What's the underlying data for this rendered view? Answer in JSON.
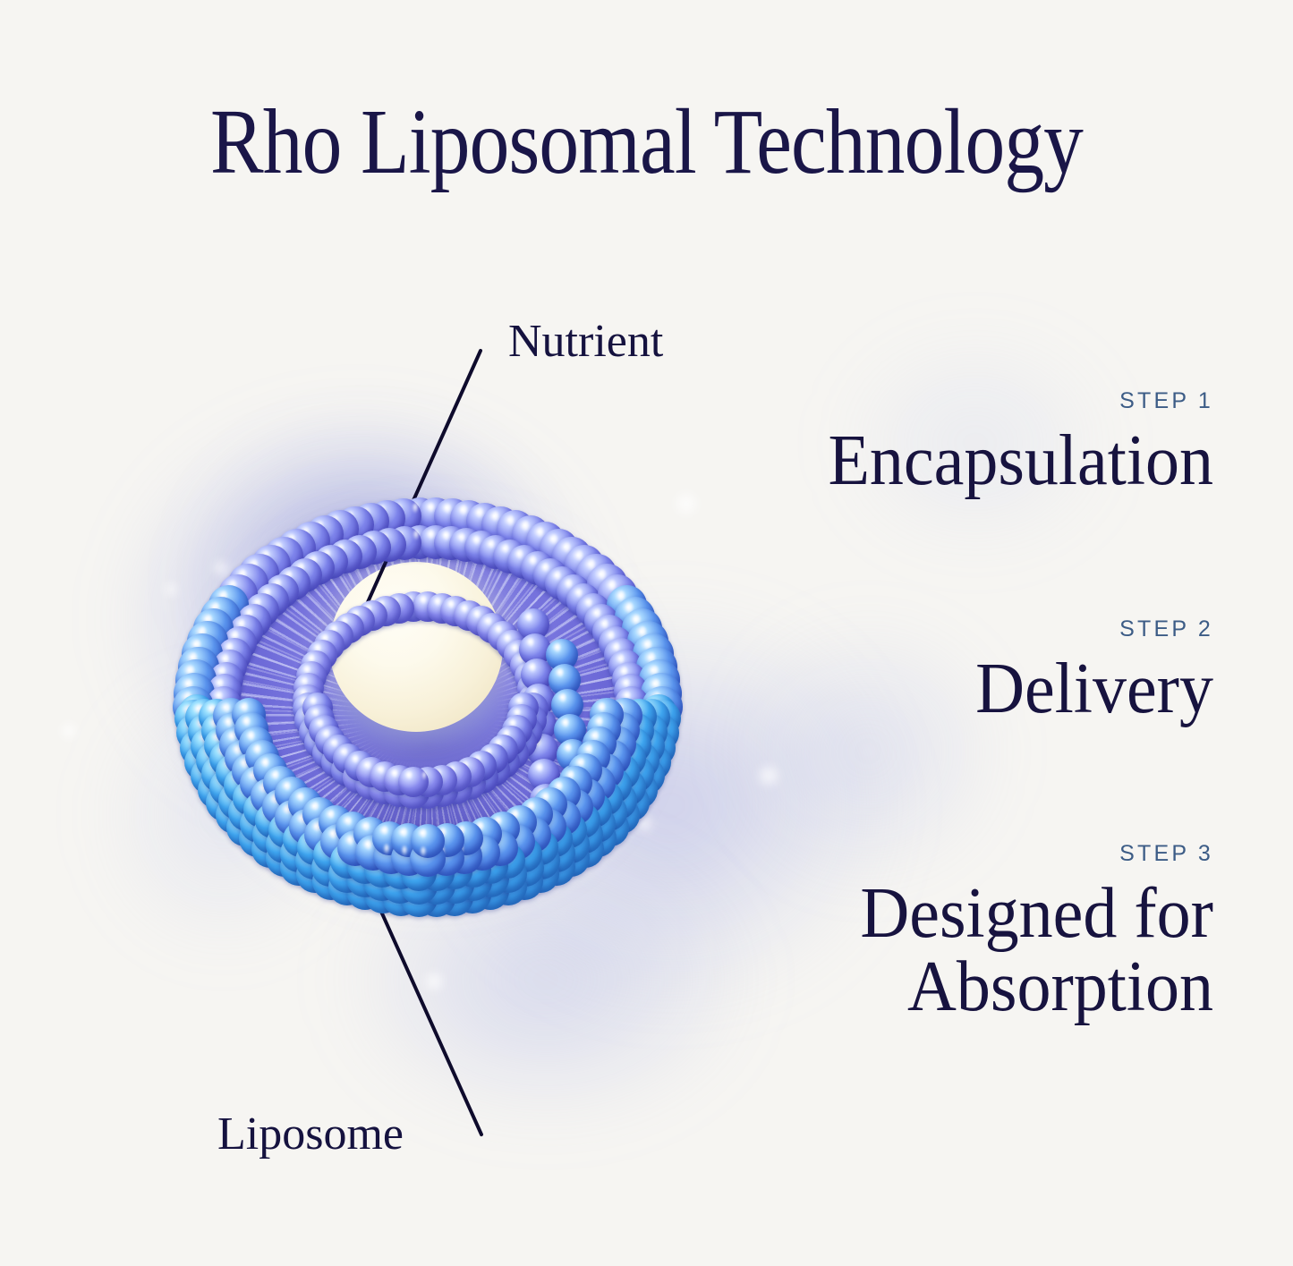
{
  "page": {
    "title": "Rho Liposomal Technology",
    "background_color": "#f6f5f2",
    "accent_navy": "#17133f",
    "accent_step_blue": "#3c5c86"
  },
  "diagram": {
    "name": "liposome-cutaway",
    "callouts": [
      {
        "id": "nutrient",
        "label": "Nutrient",
        "target": "core"
      },
      {
        "id": "liposome",
        "label": "Liposome",
        "target": "outer-bilayer"
      }
    ],
    "colors": {
      "bead_outer": "#3fa6f0",
      "bead_mid": "#6f8ef0",
      "bead_inner": "#7b7ae6",
      "tail_region": "#6a66d6",
      "core": "#fdfaec"
    }
  },
  "steps": [
    {
      "eyebrow": "STEP 1",
      "title": "Encapsulation"
    },
    {
      "eyebrow": "STEP 2",
      "title": "Delivery"
    },
    {
      "eyebrow": "STEP 3",
      "title": "Designed for Absorption"
    }
  ]
}
